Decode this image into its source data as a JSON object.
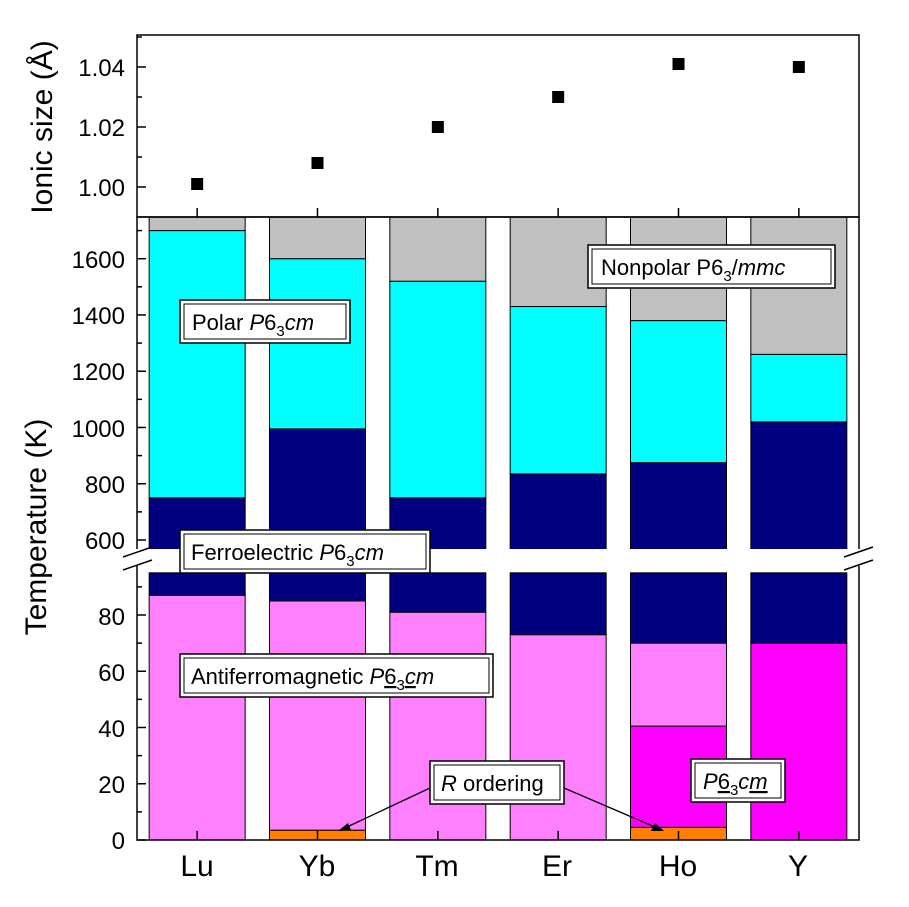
{
  "chart_data": [
    {
      "panel": "ionic-size",
      "type": "scatter",
      "ylabel": "Ionic size (Å)",
      "ylim": [
        0.99,
        1.05
      ],
      "yticks": [
        "1.00",
        "1.02",
        "1.04"
      ],
      "categories": [
        "Lu",
        "Yb",
        "Tm",
        "Er",
        "Ho",
        "Y"
      ],
      "values": [
        1.001,
        1.008,
        1.02,
        1.03,
        1.041,
        1.04
      ]
    },
    {
      "panel": "phase-diagram",
      "type": "bar",
      "ylabel": "Temperature (K)",
      "axis_break": [
        95,
        550
      ],
      "upper_ylim": [
        550,
        1780
      ],
      "lower_ylim": [
        0,
        95
      ],
      "upper_ticks": [
        "600",
        "800",
        "1000",
        "1200",
        "1400",
        "1600"
      ],
      "lower_ticks": [
        "0",
        "20",
        "40",
        "60",
        "80"
      ],
      "categories": [
        "Lu",
        "Yb",
        "Tm",
        "Er",
        "Ho",
        "Y"
      ],
      "segments": [
        [
          {
            "phase": "antiferromagnetic",
            "from": 0,
            "to": 87
          },
          {
            "phase": "ferroelectric",
            "from": 87,
            "to": 750
          },
          {
            "phase": "polar",
            "from": 750,
            "to": 1700
          },
          {
            "phase": "nonpolar",
            "from": 1700,
            "to": 1780
          }
        ],
        [
          {
            "phase": "r-ordering",
            "from": 0,
            "to": 3.5
          },
          {
            "phase": "antiferromagnetic",
            "from": 3.5,
            "to": 85
          },
          {
            "phase": "ferroelectric",
            "from": 85,
            "to": 995
          },
          {
            "phase": "polar",
            "from": 995,
            "to": 1600
          },
          {
            "phase": "nonpolar",
            "from": 1600,
            "to": 1780
          }
        ],
        [
          {
            "phase": "antiferromagnetic",
            "from": 0,
            "to": 81
          },
          {
            "phase": "ferroelectric",
            "from": 81,
            "to": 750
          },
          {
            "phase": "polar",
            "from": 750,
            "to": 1520
          },
          {
            "phase": "nonpolar",
            "from": 1520,
            "to": 1780
          }
        ],
        [
          {
            "phase": "antiferromagnetic",
            "from": 0,
            "to": 73
          },
          {
            "phase": "ferroelectric",
            "from": 73,
            "to": 835
          },
          {
            "phase": "polar",
            "from": 835,
            "to": 1430
          },
          {
            "phase": "nonpolar",
            "from": 1430,
            "to": 1780
          }
        ],
        [
          {
            "phase": "r-ordering",
            "from": 0,
            "to": 4.5
          },
          {
            "phase": "second-afm",
            "from": 4.5,
            "to": 40.5
          },
          {
            "phase": "antiferromagnetic",
            "from": 40.5,
            "to": 70
          },
          {
            "phase": "ferroelectric",
            "from": 70,
            "to": 875
          },
          {
            "phase": "polar",
            "from": 875,
            "to": 1380
          },
          {
            "phase": "nonpolar",
            "from": 1380,
            "to": 1780
          }
        ],
        [
          {
            "phase": "second-afm",
            "from": 0,
            "to": 70
          },
          {
            "phase": "ferroelectric",
            "from": 70,
            "to": 1020
          },
          {
            "phase": "polar",
            "from": 1020,
            "to": 1260
          },
          {
            "phase": "nonpolar",
            "from": 1260,
            "to": 1780
          }
        ]
      ],
      "colors": {
        "nonpolar": "#c0c0c0",
        "polar": "#00ffff",
        "ferroelectric": "#000080",
        "antiferromagnetic": "#ff80ff",
        "second-afm": "#ff00ff",
        "r-ordering": "#ff8000"
      },
      "annotations": {
        "nonpolar": [
          "Nonpolar P6",
          "3",
          "/",
          "mmc"
        ],
        "polar": [
          "Polar ",
          "P",
          "6",
          "3",
          "cm"
        ],
        "ferroelectric": [
          "Ferroelectric ",
          "P",
          "6",
          "3",
          "cm"
        ],
        "antiferromagnetic": [
          "Antiferromagnetic ",
          "P",
          "6",
          "3",
          "c",
          "m"
        ],
        "second_afm": [
          "P",
          "6",
          "3",
          "c",
          "m"
        ],
        "r_ordering": [
          "R",
          " ordering"
        ]
      }
    }
  ]
}
